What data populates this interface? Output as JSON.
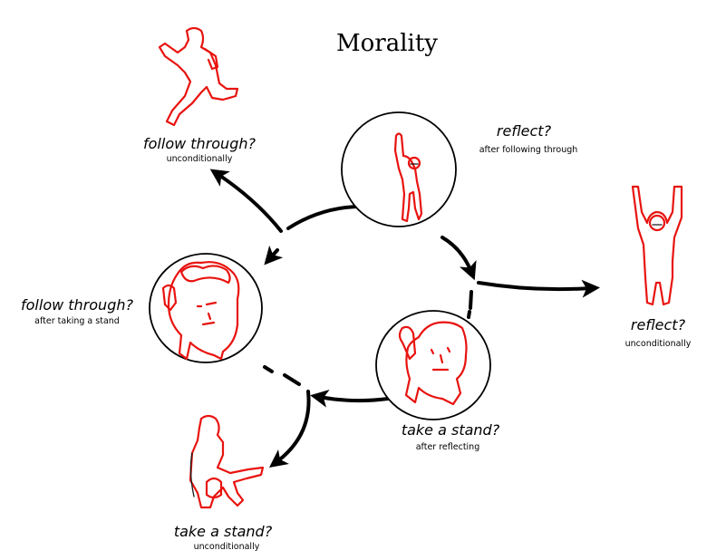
{
  "title": "Morality",
  "labels": {
    "follow_top": {
      "main": "follow through?",
      "sub": "unconditionally"
    },
    "reflect_top": {
      "main": "reflect?",
      "sub": "after following through"
    },
    "follow_left": {
      "main": "follow through?",
      "sub": "after taking a stand"
    },
    "reflect_right": {
      "main": "reflect?",
      "sub": "unconditionally"
    },
    "stand_mid": {
      "main": "take a stand?",
      "sub": "after reflecting"
    },
    "stand_bottom": {
      "main": "take a stand?",
      "sub": "unconditionally"
    }
  },
  "colors": {
    "figure": "#e8130f",
    "ink": "#000000",
    "background": "#ffffff"
  }
}
